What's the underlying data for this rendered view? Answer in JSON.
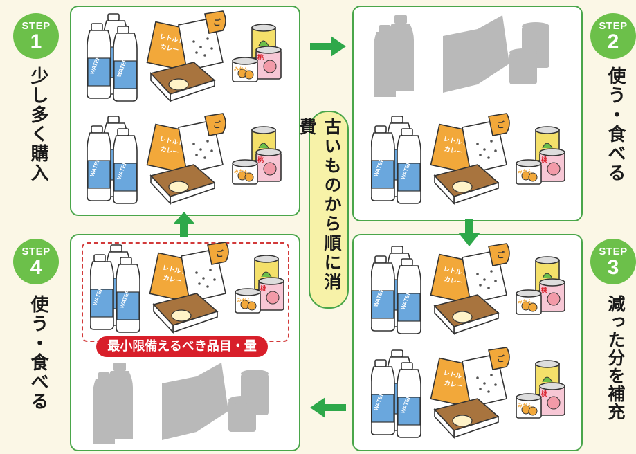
{
  "steps": [
    {
      "label": "STEP",
      "number": "1",
      "text": "少し多く購入"
    },
    {
      "label": "STEP",
      "number": "2",
      "text": "使う・食べる"
    },
    {
      "label": "STEP",
      "number": "3",
      "text": "減った分を補充"
    },
    {
      "label": "STEP",
      "number": "4",
      "text": "使う・食べる"
    }
  ],
  "center_text": "古いものから順に消費",
  "minimum_label": "最小限備えるべき品目・量",
  "item_labels": {
    "water": "WATER",
    "curry": "レトルトカレー",
    "rice": "ご",
    "peach": "桃",
    "mikan": "みかん"
  },
  "colors": {
    "green": "#6cc04a",
    "panel_border": "#4aa64a",
    "red": "#d81f2a",
    "pill": "#f7f2a8",
    "ghost": "#b9b9b9"
  },
  "icons": [
    "water-bottle-icon",
    "retort-curry-icon",
    "rice-pack-icon",
    "canned-food-icon",
    "arrow-icon"
  ]
}
